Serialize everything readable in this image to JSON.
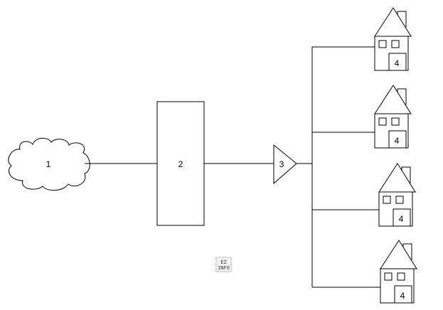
{
  "diagram": {
    "cloud_label": "1",
    "box_label": "2",
    "amplifier_label": "3",
    "houses": [
      {
        "label": "4"
      },
      {
        "label": "4"
      },
      {
        "label": "4"
      },
      {
        "label": "4"
      }
    ],
    "logo": {
      "line1": "EZ",
      "line2": "INFO"
    },
    "colors": {
      "stroke": "#000000",
      "background": "#ffffff"
    }
  }
}
